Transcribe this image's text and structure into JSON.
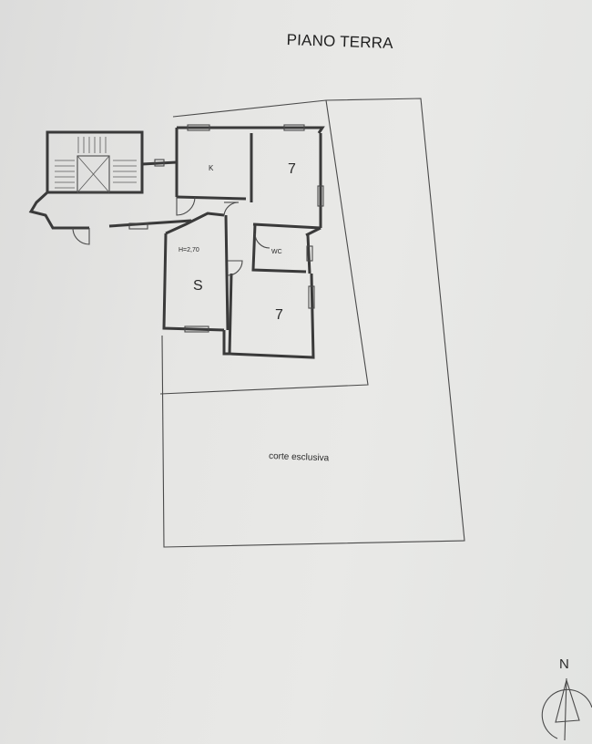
{
  "plan": {
    "title": "PIANO TERRA",
    "rooms": {
      "kitchen": "K",
      "bedroom_1": "7",
      "height_note": "H=2,70",
      "living": "S",
      "wc": "WC",
      "bedroom_2": "7"
    },
    "yard_label": "corte esclusiva",
    "compass_north": "N"
  }
}
